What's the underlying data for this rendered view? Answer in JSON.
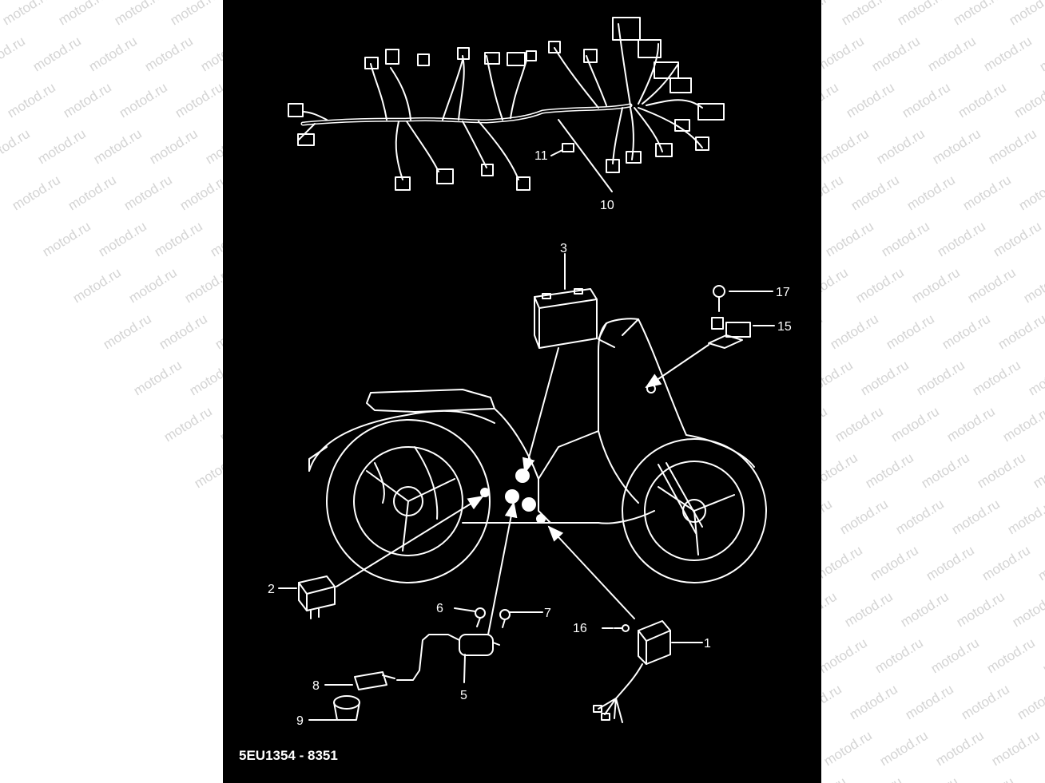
{
  "watermark": {
    "text": "motod.ru",
    "color": "#d4d4d4"
  },
  "panel": {
    "background": "#000000",
    "line_color": "#ffffff"
  },
  "diagram_code": "5EU1354 - 8351",
  "callouts": {
    "c1": "1",
    "c2": "2",
    "c3": "3",
    "c5": "5",
    "c6": "6",
    "c7": "7",
    "c8": "8",
    "c9": "9",
    "c10": "10",
    "c11": "11",
    "c15": "15",
    "c16": "16",
    "c17": "17"
  }
}
